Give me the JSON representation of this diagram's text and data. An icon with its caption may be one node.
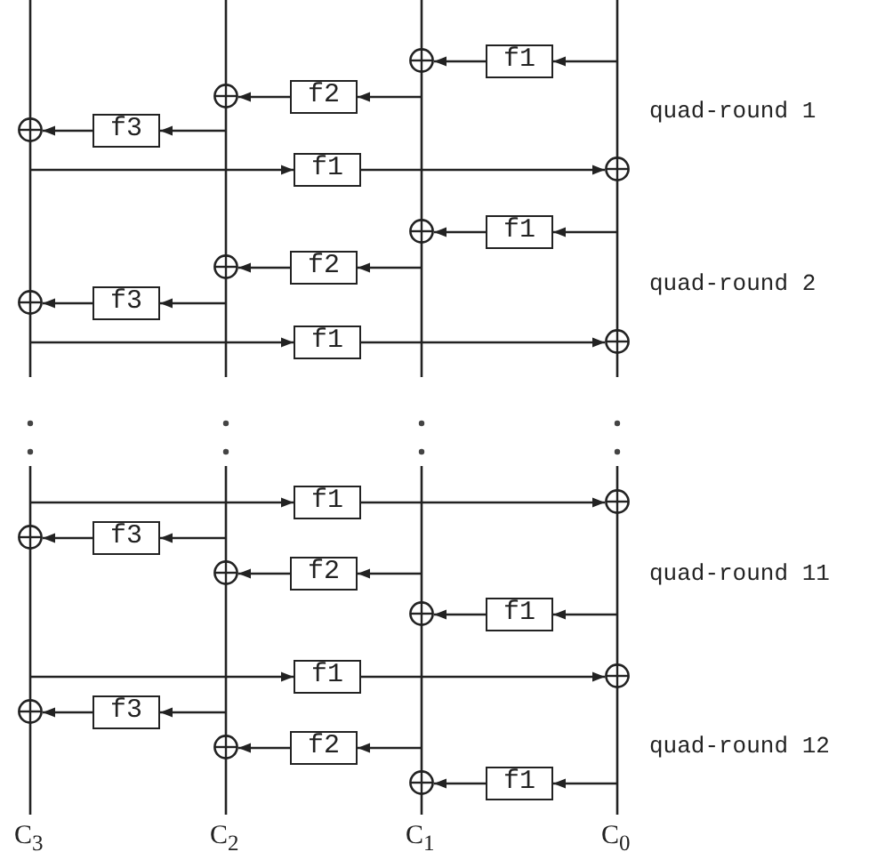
{
  "diagram": {
    "nodes": [
      {
        "text": [],
        "shape": "circle"
      },
      {
        "text": [
          "f1"
        ]
      },
      {
        "text": [],
        "shape": "circle"
      },
      {
        "text": [
          "f2"
        ]
      },
      {
        "text": [],
        "shape": "circle"
      },
      {
        "text": [
          "f3"
        ]
      },
      {
        "text": [
          "f1"
        ]
      },
      {
        "text": [],
        "shape": "circle"
      },
      {
        "text": [],
        "shape": "circle"
      },
      {
        "text": [
          "f1"
        ]
      },
      {
        "text": [],
        "shape": "circle"
      },
      {
        "text": [
          "f2"
        ]
      },
      {
        "text": [],
        "shape": "circle"
      },
      {
        "text": [
          "f3"
        ]
      },
      {
        "text": [
          "f1"
        ]
      },
      {
        "text": [],
        "shape": "circle"
      },
      {
        "text": [
          "f1"
        ]
      },
      {
        "text": [],
        "shape": "circle"
      },
      {
        "text": [],
        "shape": "circle"
      },
      {
        "text": [
          "f3"
        ]
      },
      {
        "text": [],
        "shape": "circle"
      },
      {
        "text": [
          "f2"
        ]
      },
      {
        "text": [],
        "shape": "circle"
      },
      {
        "text": [
          "f1"
        ]
      },
      {
        "text": [
          "f1"
        ]
      },
      {
        "text": [],
        "shape": "circle"
      },
      {
        "text": [],
        "shape": "circle"
      },
      {
        "text": [
          "f3"
        ]
      },
      {
        "text": [],
        "shape": "circle"
      },
      {
        "text": [
          "f2"
        ]
      },
      {
        "text": [],
        "shape": "circle"
      },
      {
        "text": [
          "f1"
        ]
      }
    ],
    "edges": [
      {
        "from": null,
        "to": 1,
        "arrow": "to"
      },
      {
        "from": 1,
        "to": 0,
        "arrow": "to"
      },
      {
        "from": null,
        "to": 3,
        "arrow": "to"
      },
      {
        "from": 3,
        "to": 2,
        "arrow": "to"
      },
      {
        "from": null,
        "to": 5,
        "arrow": "to"
      },
      {
        "from": 5,
        "to": 4,
        "arrow": "to"
      },
      {
        "from": null,
        "to": 6,
        "arrow": "to"
      },
      {
        "from": 6,
        "to": 7,
        "arrow": "to"
      },
      {
        "from": null,
        "to": 9,
        "arrow": "to"
      },
      {
        "from": 9,
        "to": 8,
        "arrow": "to"
      },
      {
        "from": null,
        "to": 11,
        "arrow": "to"
      },
      {
        "from": 11,
        "to": 10,
        "arrow": "to"
      },
      {
        "from": null,
        "to": 13,
        "arrow": "to"
      },
      {
        "from": 13,
        "to": 12,
        "arrow": "to"
      },
      {
        "from": null,
        "to": 14,
        "arrow": "to"
      },
      {
        "from": 14,
        "to": 15,
        "arrow": "to"
      },
      {
        "from": null,
        "to": 16,
        "arrow": "to"
      },
      {
        "from": 16,
        "to": 17,
        "arrow": "to"
      },
      {
        "from": null,
        "to": 19,
        "arrow": "to"
      },
      {
        "from": 19,
        "to": 18,
        "arrow": "to"
      },
      {
        "from": null,
        "to": 21,
        "arrow": "to"
      },
      {
        "from": 21,
        "to": 20,
        "arrow": "to"
      },
      {
        "from": null,
        "to": 23,
        "arrow": "to"
      },
      {
        "from": 23,
        "to": 22,
        "arrow": "to"
      },
      {
        "from": null,
        "to": 24,
        "arrow": "to"
      },
      {
        "from": 24,
        "to": 25,
        "arrow": "to"
      },
      {
        "from": null,
        "to": 27,
        "arrow": "to"
      },
      {
        "from": 27,
        "to": 26,
        "arrow": "to"
      },
      {
        "from": null,
        "to": 29,
        "arrow": "to"
      },
      {
        "from": 29,
        "to": 28,
        "arrow": "to"
      },
      {
        "from": null,
        "to": 31,
        "arrow": "to"
      },
      {
        "from": 31,
        "to": 30,
        "arrow": "to"
      }
    ],
    "labels": [
      "quad-round 1",
      "quad-round 2",
      "quad-round 11",
      "quad-round 12",
      "C$_{3}$",
      "C$_{2}$",
      "C$_{1}$",
      "C$_{0}$"
    ]
  }
}
